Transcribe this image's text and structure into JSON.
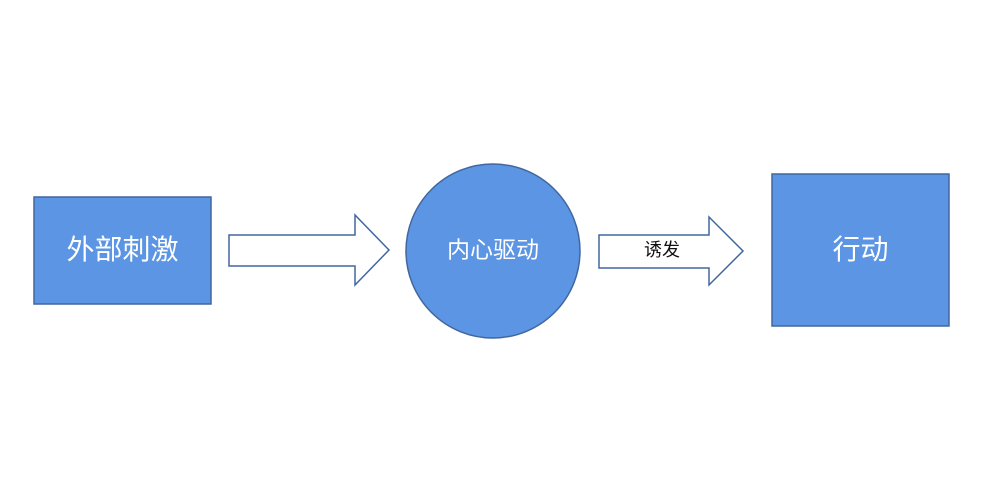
{
  "diagram": {
    "nodes": {
      "stimulus": {
        "label": "外部刺激"
      },
      "drive": {
        "label": "内心驱动"
      },
      "action": {
        "label": "行动"
      }
    },
    "edges": {
      "stimulus_to_drive": {
        "label": ""
      },
      "drive_to_action": {
        "label": "诱发"
      }
    },
    "colors": {
      "node_fill": "#5b95e3",
      "node_stroke": "#41679f",
      "arrow_stroke": "#41679f",
      "arrow_fill": "#ffffff"
    }
  }
}
